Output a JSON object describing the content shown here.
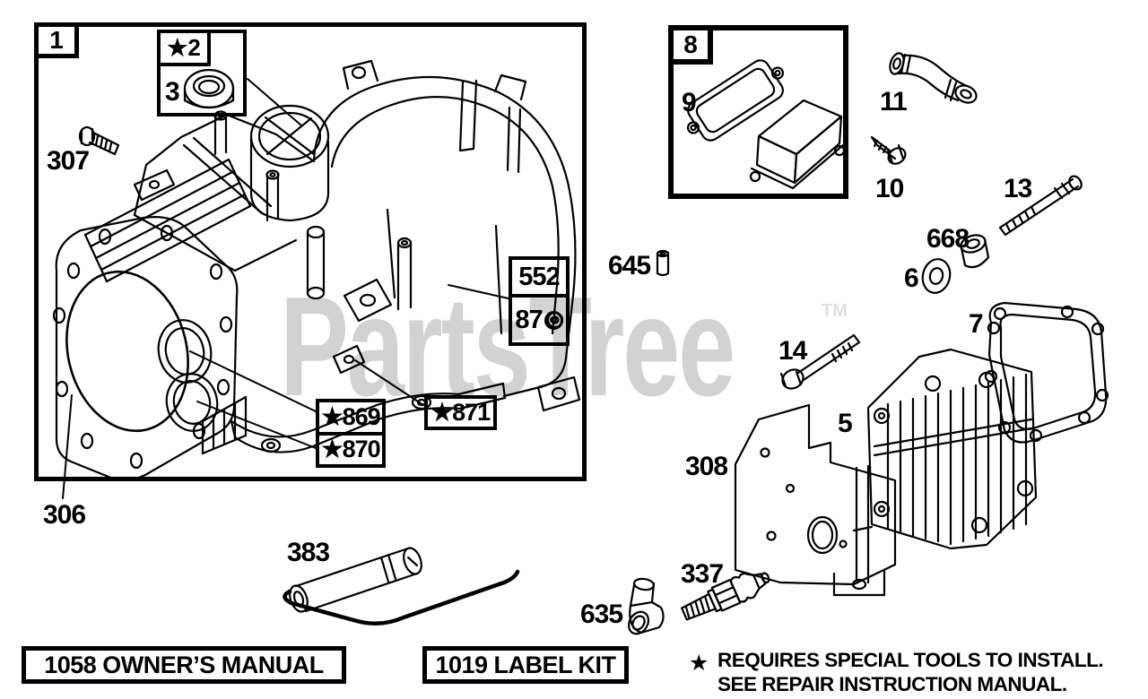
{
  "watermark": {
    "text": "PartsTree",
    "tm": "TM"
  },
  "labels": {
    "group1": "1",
    "group8": "8",
    "c2": "★2",
    "c3": "3",
    "c307": "307",
    "c306": "306",
    "c552": "552",
    "c87": "87",
    "c869": "★869",
    "c870": "★870",
    "c871": "★871",
    "c645": "645",
    "c9": "9",
    "c11": "11",
    "c10": "10",
    "c13": "13",
    "c668": "668",
    "c6": "6",
    "c7": "7",
    "c14": "14",
    "c5": "5",
    "c308": "308",
    "c337": "337",
    "c635": "635",
    "c383": "383"
  },
  "footer": {
    "owners_manual": "1058 OWNER’S MANUAL",
    "label_kit": "1019 LABEL KIT",
    "note_star": "★",
    "note_line1": "REQUIRES SPECIAL TOOLS TO INSTALL.",
    "note_line2": "SEE REPAIR INSTRUCTION MANUAL."
  },
  "colors": {
    "ink": "#000000",
    "watermark": "#d2d2d2",
    "tm_mark": "#e0e0e0",
    "background": "#ffffff"
  }
}
